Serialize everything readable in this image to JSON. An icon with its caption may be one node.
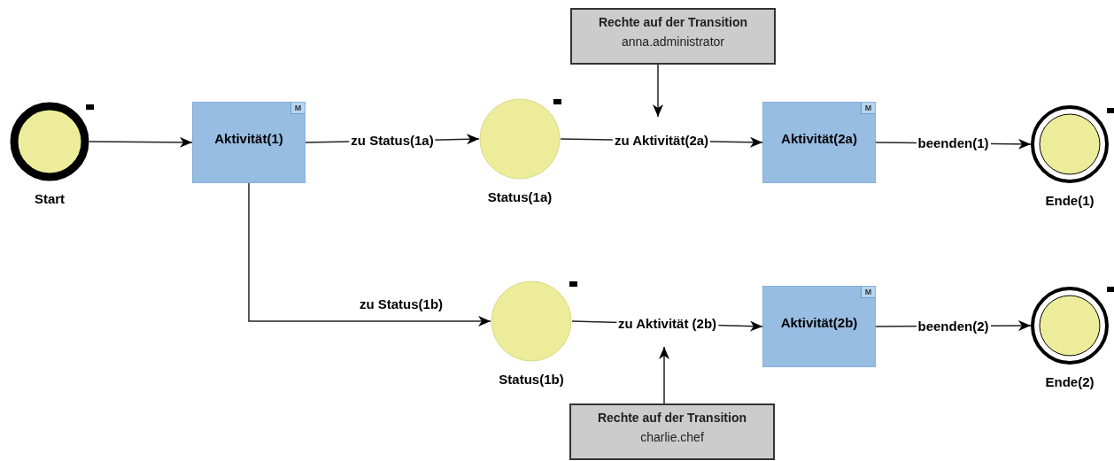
{
  "diagram": {
    "nodes": [
      {
        "text": [
          "Start"
        ]
      },
      {
        "text": [
          "Aktivität(1)",
          "M"
        ]
      },
      {
        "text": [
          "Status(1a)"
        ]
      },
      {
        "text": [
          "Aktivität(2a)",
          "M"
        ]
      },
      {
        "text": [
          "Ende(1)"
        ]
      },
      {
        "text": [
          "Status(1b)"
        ]
      },
      {
        "text": [
          "Aktivität(2b)",
          "M"
        ]
      },
      {
        "text": [
          "Ende(2)"
        ]
      },
      {
        "text": [
          "Rechte auf der Transition",
          "anna.administrator"
        ]
      },
      {
        "text": [
          "Rechte auf der Transition",
          "charlie.chef"
        ]
      }
    ],
    "edges": [
      {
        "from": 0,
        "to": 1,
        "arrow": "to"
      },
      {
        "from": 1,
        "to": 2,
        "arrow": "to",
        "label": "zu Status(1a)"
      },
      {
        "from": 2,
        "to": 3,
        "arrow": "to",
        "label": "zu Aktivität(2a)"
      },
      {
        "from": 3,
        "to": 4,
        "arrow": "to",
        "label": "beenden(1)"
      },
      {
        "from": 1,
        "to": 5,
        "arrow": "to",
        "label": "zu Status(1b)"
      },
      {
        "from": 5,
        "to": 6,
        "arrow": "to",
        "label": "zu Aktivität (2b)"
      },
      {
        "from": 6,
        "to": 7,
        "arrow": "to",
        "label": "beenden(2)"
      },
      {
        "from": 8,
        "to": null,
        "arrow": "to"
      },
      {
        "from": 9,
        "to": null,
        "arrow": "to"
      }
    ]
  }
}
